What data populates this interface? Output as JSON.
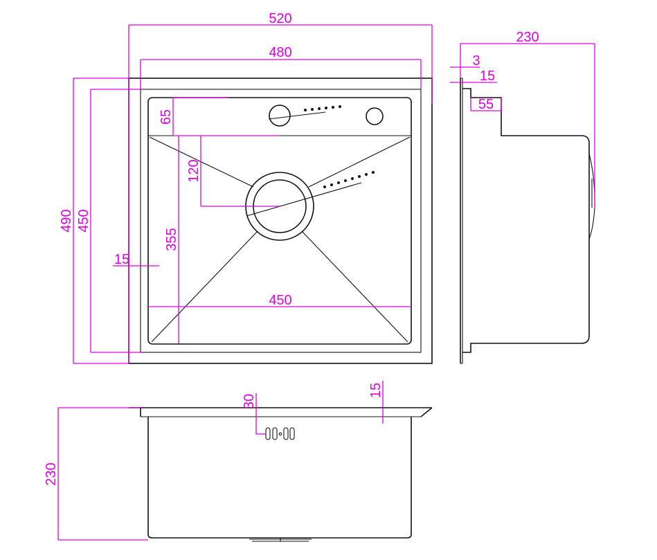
{
  "colors": {
    "outline": "#111111",
    "dimension": "#e000e0",
    "background": "#ffffff"
  },
  "top_view": {
    "dims": {
      "overall_width": "520",
      "inner_width": "480",
      "bowl_width": "450",
      "overall_depth": "490",
      "inner_depth": "450",
      "deck_depth": "65",
      "drain_offset": "120",
      "bowl_depth": "355",
      "rim_edge": "15"
    }
  },
  "side_view": {
    "dims": {
      "depth": "230",
      "flange_thickness": "3",
      "rim_height": "15",
      "step_width": "55"
    }
  },
  "front_view": {
    "dims": {
      "depth": "230",
      "overflow_offset": "30",
      "rim_height": "15"
    }
  }
}
